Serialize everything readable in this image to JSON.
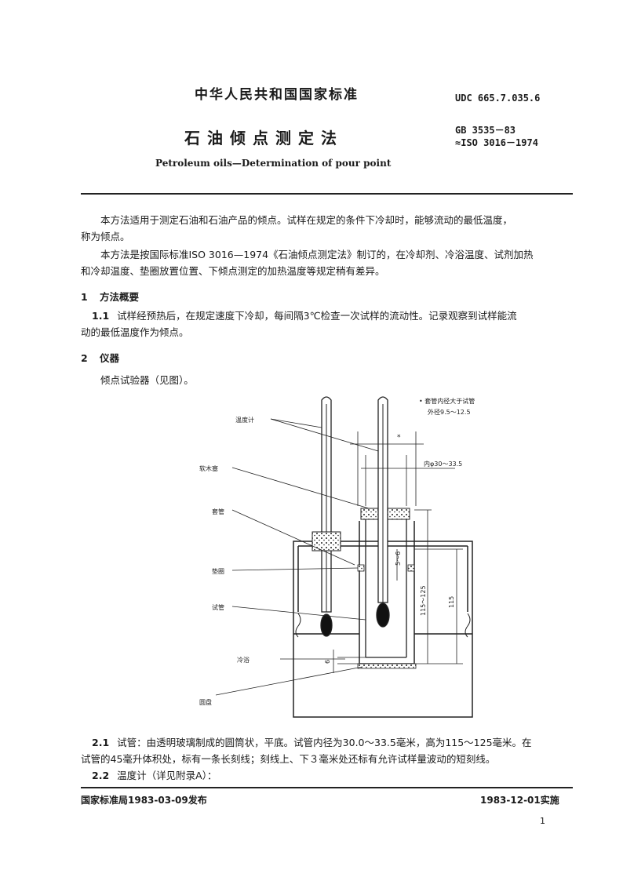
{
  "header": {
    "org": "中华人民共和国国家标准",
    "udc": "UDC 665.7.035.6",
    "title": "石油倾点测定法",
    "gb_line1": "GB 3535－83",
    "gb_line2": "≈ISO 3016－1974",
    "english_title": "Petroleum oils—Determination of pour point"
  },
  "intro": {
    "p1_line1": "本方法适用于测定石油和石油产品的倾点。试样在规定的条件下冷却时，能够流动的最低温度，",
    "p1_line2": "称为倾点。",
    "p2_line1": "本方法是按国际标准ISO 3016—1974《石油倾点测定法》制订的，在冷却剂、冷浴温度、试剂加热",
    "p2_line2": "和冷却温度、垫圈放置位置、下倾点测定的加热温度等规定稍有差异。"
  },
  "section1": {
    "num": "1",
    "title": "方法概要",
    "item_num": "1.1",
    "item_line1": "试样经预热后，在规定速度下冷却，每间隔3℃检查一次试样的流动性。记录观察到试样能流",
    "item_line2": "动的最低温度作为倾点。"
  },
  "section2": {
    "num": "2",
    "title": "仪器",
    "intro": "倾点试验器（见图）。",
    "item21_num": "2.1",
    "item21_line1": "试管：由透明玻璃制成的圆筒状，平底。试管内径为30.0～33.5毫米，高为115～125毫米。在",
    "item21_line2": "试管的45毫升体积处，标有一条长刻线；刻线上、下３毫米处还标有允许试样量波动的短刻线。",
    "item22_num": "2.2",
    "item22_text": "温度计（详见附录A）："
  },
  "figure": {
    "labels": {
      "thermometer": "温度计",
      "cork": "软木塞",
      "jacket": "套管",
      "gasket": "垫圈",
      "tube": "试管",
      "bath": "冷浴",
      "disc": "圆盘"
    },
    "note_line1": "• 套管内径大于试管",
    "note_line2": "外径9.5～12.5",
    "dim_inner": "内φ30～33.5",
    "dim_star": "*",
    "dim_5_6": "5～6",
    "dim_115_125": "115～125",
    "dim_115": "115",
    "dim_6": "6"
  },
  "footer": {
    "left": "国家标准局1983-03-09发布",
    "right": "1983-12-01实施",
    "page": "1"
  }
}
